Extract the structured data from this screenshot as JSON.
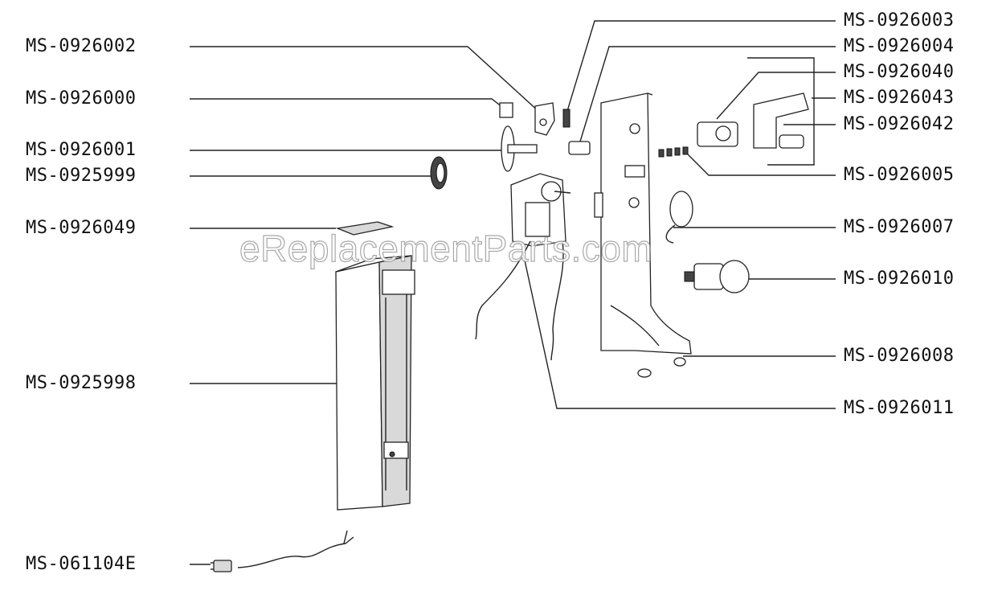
{
  "callouts": {
    "left": [
      "MS-0926002",
      "MS-0926000",
      "MS-0926001",
      "MS-0925999",
      "MS-0926049",
      "MS-0925998",
      "MS-061104E"
    ],
    "right": [
      "MS-0926003",
      "MS-0926004",
      "MS-0926040",
      "MS-0926043",
      "MS-0926042",
      "MS-0926005",
      "MS-0926007",
      "MS-0926010",
      "MS-0926008",
      "MS-0926011"
    ]
  },
  "watermark": "eReplacementParts.com"
}
